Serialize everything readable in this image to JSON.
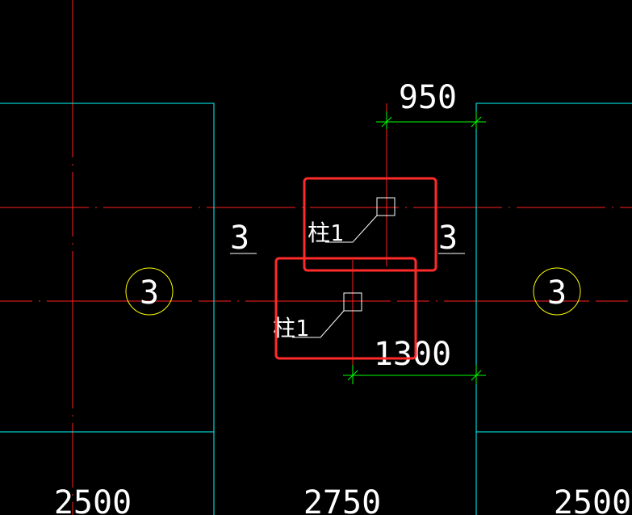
{
  "colors": {
    "background": "#000000",
    "axis": "#ff2020",
    "outline": "#00ffff",
    "dimension": "#00ff00",
    "text": "#ffffff",
    "grid_bubble": "#ffff00",
    "highlight": "#ff2a2a"
  },
  "dimensions": {
    "top": "950",
    "bottom": "1300",
    "column_left": "2500",
    "column_middle": "2750",
    "column_right": "2500"
  },
  "grid_bubbles": {
    "left": "3",
    "right": "3"
  },
  "section_marks": {
    "left": "3",
    "right": "3"
  },
  "column_tags": {
    "upper": "柱1",
    "lower": "柱1"
  },
  "highlight_count": 2
}
